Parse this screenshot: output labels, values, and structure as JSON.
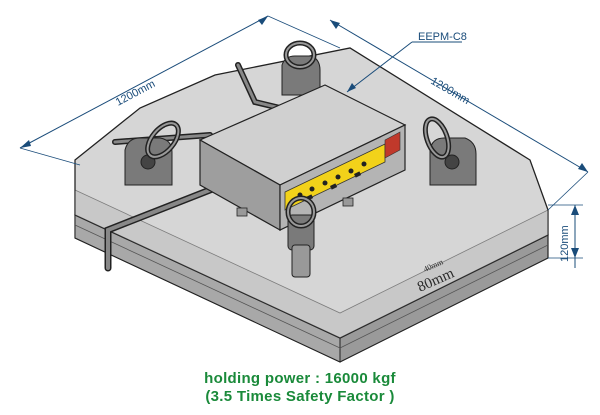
{
  "labels": {
    "model": "EEPM-C8",
    "width_dim": "1200mm",
    "depth_dim": "1200mm",
    "height_dim": "120mm",
    "plate_stamp_top": "40mm",
    "plate_stamp": "80mm"
  },
  "caption": {
    "line1": "holding power : 16000 kgf",
    "line2": "(3.5 Times Safety Factor )"
  },
  "colors": {
    "dimension_line": "#1a4c7a",
    "caption_text": "#1a8a3a",
    "plate_top": "#d9d9d9",
    "plate_side": "#8c8c8c",
    "control_panel": "#f2d21a"
  }
}
